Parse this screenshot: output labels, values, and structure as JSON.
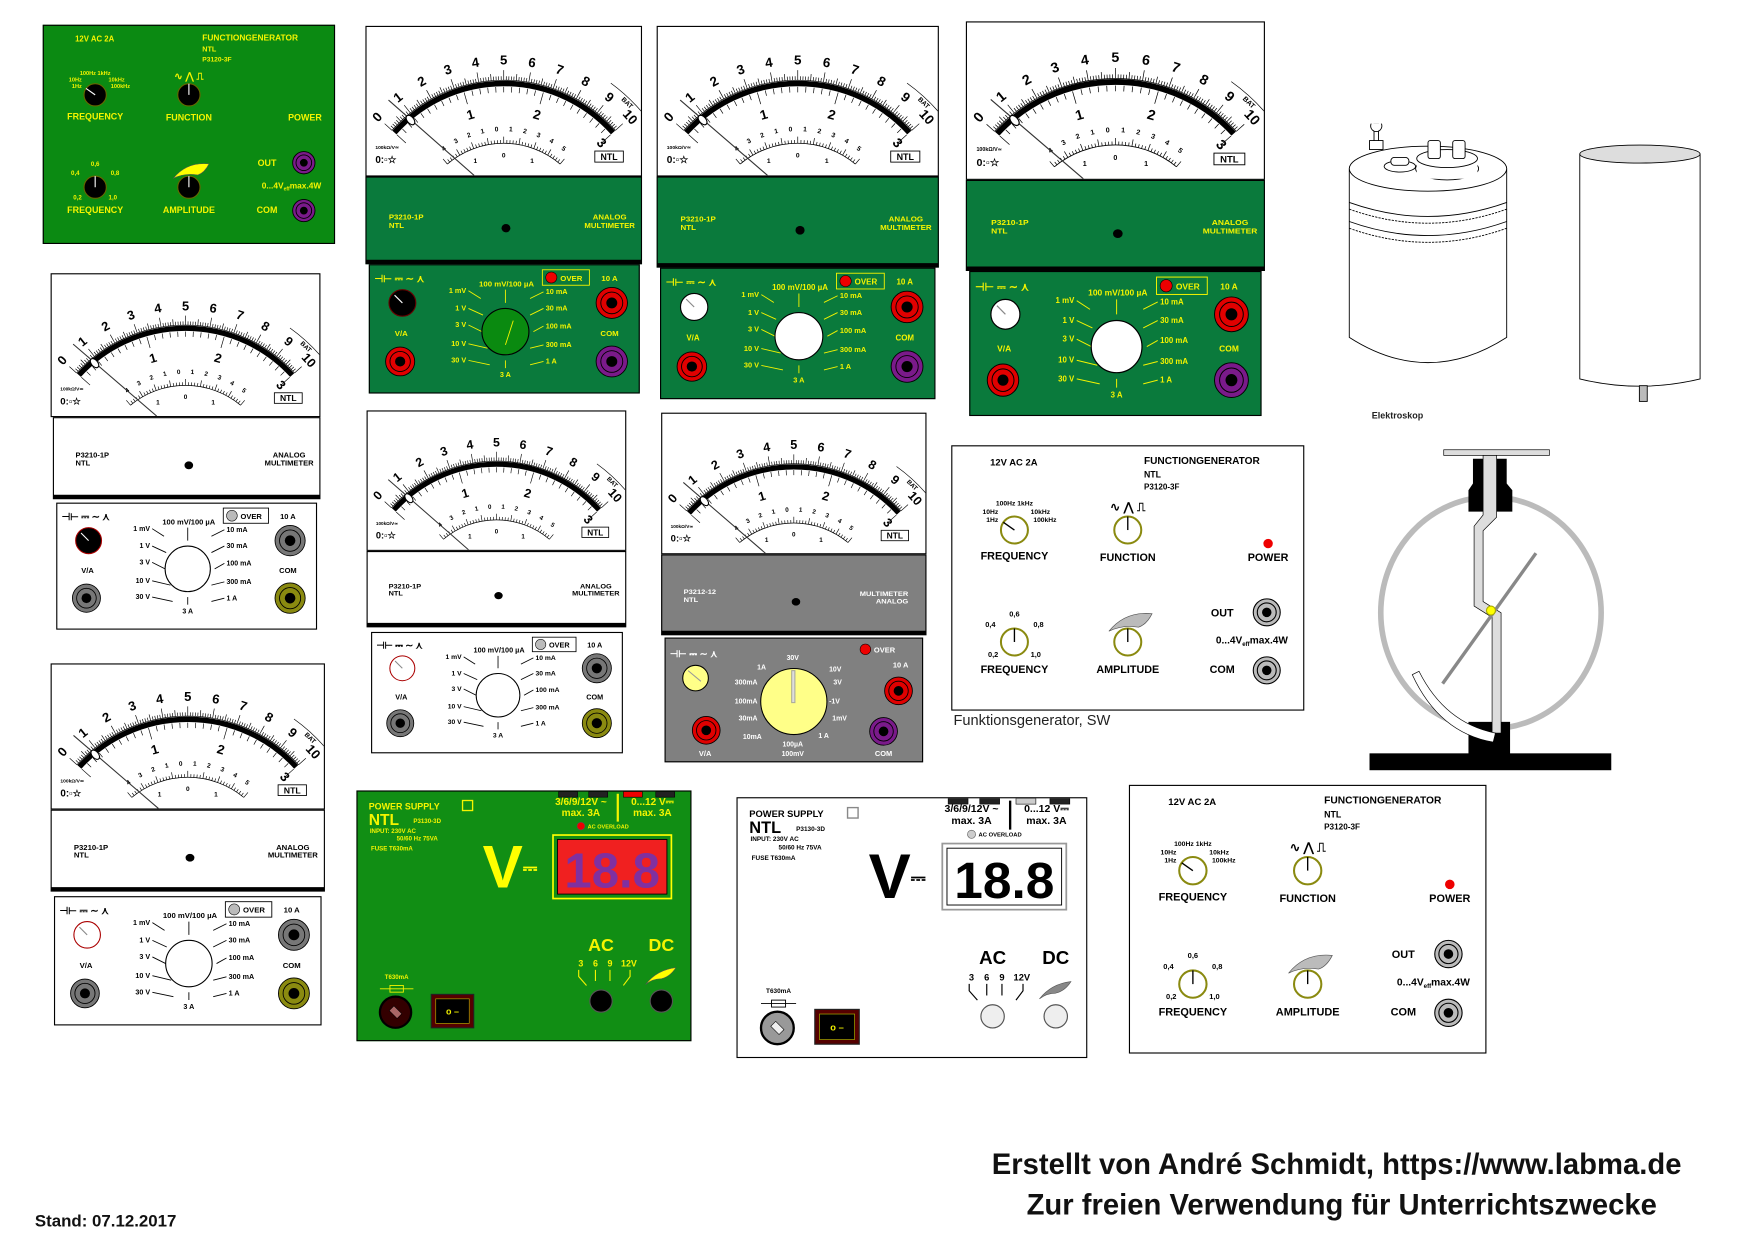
{
  "colors": {
    "fg_green": "#0b8a12",
    "mm_green": "#0a7a3c",
    "ps_green": "#118e14",
    "grey_panel": "#808080",
    "yellow_text": "#f4f400",
    "jack_red": "#e00000",
    "jack_purple": "#7a1a8a",
    "jack_olive": "#8a8a10"
  },
  "meter": {
    "main": [
      "0",
      "1",
      "2",
      "3",
      "4",
      "5",
      "6",
      "7",
      "8",
      "9",
      "10"
    ],
    "inner": [
      "1",
      "2",
      "3"
    ],
    "ohm_top": [
      "4",
      "3",
      "2",
      "1",
      "0",
      "1",
      "2",
      "3",
      "4",
      "5"
    ],
    "ohm_bottom": [
      "1",
      "0",
      "1"
    ],
    "bat": "BAT",
    "sens": "100kΩ/V≃",
    "spec": "0:▫☆",
    "brand": "NTL"
  },
  "switch": {
    "symbols": "⊣⊢ ⎓ ∼ ⋏",
    "top": "100 mV/100 µA",
    "left": [
      "1 mV",
      "1 V",
      "3 V",
      "10 V",
      "30 V"
    ],
    "right": [
      "10 mA",
      "30 mA",
      "100 mA",
      "300 mA",
      "1 A"
    ],
    "bottom": "3 A",
    "over": "OVER",
    "high": "10 A",
    "va": "V/A",
    "com": "COM"
  },
  "switch_grey": {
    "dial": [
      "30V",
      "10V",
      "3V",
      "-1V",
      "1mV",
      "1 A",
      "100µA",
      "100mV",
      "10mA",
      "30mA",
      "100mA",
      "300mA",
      "1A"
    ]
  },
  "multimeters": [
    {
      "model": "P3210-1P",
      "brand": "NTL",
      "type1": "ANALOG",
      "type2": "MULTIMETER"
    },
    {
      "model": "P3210-1P",
      "brand": "NTL",
      "type1": "ANALOG",
      "type2": "MULTIMETER"
    },
    {
      "model": "P3210-1P",
      "brand": "NTL",
      "type1": "ANALOG",
      "type2": "MULTIMETER"
    },
    {
      "model": "P3210-1P",
      "brand": "NTL",
      "type1": "ANALOG",
      "type2": "MULTIMETER"
    },
    {
      "model": "P3210-1P",
      "brand": "NTL",
      "type1": "ANALOG",
      "type2": "MULTIMETER"
    },
    {
      "model": "P3212-12",
      "brand": "NTL",
      "type1": "MULTIMETER",
      "type2": "ANALOG"
    },
    {
      "model": "P3210-1P",
      "brand": "NTL",
      "type1": "ANALOG",
      "type2": "MULTIMETER"
    }
  ],
  "function_generator": {
    "power_in": "12V AC 2A",
    "title": "FUNCTIONGENERATOR",
    "brand": "NTL",
    "model": "P3120-3F",
    "freq_labels": [
      "100Hz 1kHz",
      "10Hz",
      "1Hz",
      "10kHz",
      "100kHz"
    ],
    "wave_symbols": "∿ ⋀ ⎍",
    "frequency": "FREQUENCY",
    "function": "FUNCTION",
    "power": "POWER",
    "fine_labels": [
      "0,6",
      "0,4",
      "0,8",
      "0,2",
      "1,0"
    ],
    "amplitude": "AMPLITUDE",
    "out": "OUT",
    "output_spec": "0...4V",
    "eff": "eff",
    "max": "max.4W",
    "com": "COM"
  },
  "fg_caption": "Funktionsgenerator, SW",
  "power_supply": {
    "title": "POWER SUPPLY",
    "brand": "NTL",
    "model": "P3130-3D",
    "input1": "INPUT: 230V AC",
    "input2": "50/60 Hz 75VA",
    "fuse": "FUSE  T630mA",
    "ac_out": "3/6/9/12V ~",
    "dc_out": "0...12 V⎓",
    "max": "max. 3A",
    "overload": "AC OVERLOAD",
    "unit": "V",
    "unit_symbol": "⎓",
    "display": "18.8",
    "ac": "AC",
    "dc": "DC",
    "ac_steps": [
      "3",
      "6",
      "9",
      "12V"
    ],
    "fuse_label": "T630mA",
    "switch_label": "o –"
  },
  "elektroskop_label": "Elektroskop",
  "footer": {
    "credit": "Erstellt von André Schmidt, https://www.labma.de",
    "license": "Zur freien Verwendung für Unterrichtszwecke",
    "date": "Stand: 07.12.2017"
  }
}
